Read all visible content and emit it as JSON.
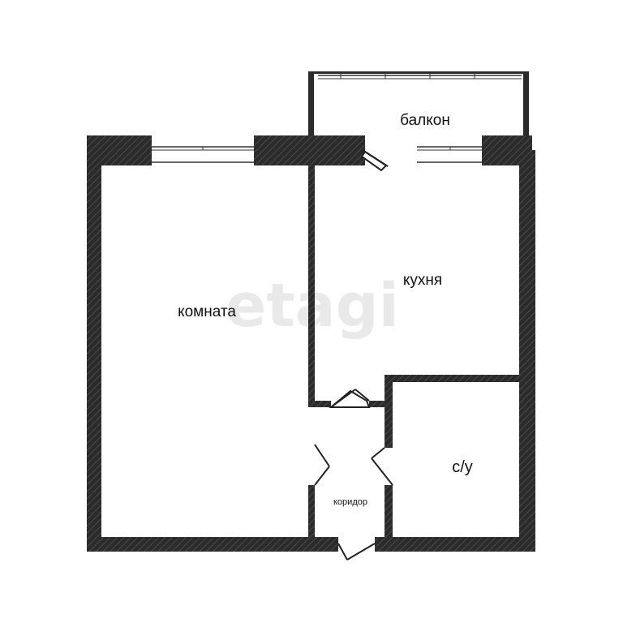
{
  "watermark": "etagi",
  "rooms": {
    "room": "комната",
    "kitchen": "кухня",
    "balcony": "балкон",
    "bathroom": "с/у",
    "corridor": "коридор"
  },
  "colors": {
    "wall": "#2a2a2a",
    "wall_hatch": "#4a4a4a",
    "background": "#ffffff",
    "window_frame": "#333333"
  }
}
